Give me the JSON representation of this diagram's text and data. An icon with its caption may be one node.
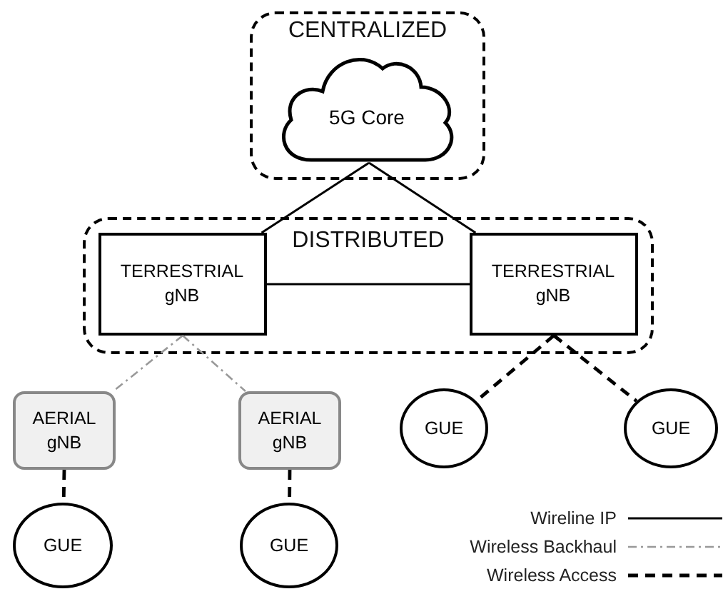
{
  "diagram": {
    "nodes": [
      {
        "text": [
          "CENTRALIZED"
        ]
      },
      {
        "text": [
          "5G Core"
        ],
        "in": 0
      },
      {
        "text": [
          "DISTRIBUTED"
        ]
      },
      {
        "text": [
          "TERRESTRIAL gNB"
        ],
        "in": 2
      },
      {
        "text": [
          "TERRESTRIAL gNB"
        ],
        "in": 2
      },
      {
        "text": [
          "AERIAL gNB"
        ]
      },
      {
        "text": [
          "AERIAL gNB"
        ]
      },
      {
        "text": [
          "GUE"
        ]
      },
      {
        "text": [
          "GUE"
        ]
      },
      {
        "text": [
          "GUE"
        ]
      },
      {
        "text": [
          "GUE"
        ]
      }
    ],
    "edges": [
      {
        "from": 1,
        "to": 3,
        "arrow": "none"
      },
      {
        "from": 1,
        "to": 4,
        "arrow": "none"
      },
      {
        "from": 3,
        "to": 4,
        "arrow": "none"
      },
      {
        "from": 3,
        "to": 5,
        "arrow": "none",
        "style": "dashed",
        "color": "#999999"
      },
      {
        "from": 3,
        "to": 6,
        "arrow": "none",
        "style": "dashed",
        "color": "#999999"
      },
      {
        "from": 4,
        "to": 7,
        "arrow": "none",
        "style": "dashed"
      },
      {
        "from": 4,
        "to": 8,
        "arrow": "none",
        "style": "dashed"
      },
      {
        "from": 5,
        "to": 9,
        "arrow": "none",
        "style": "dashed"
      },
      {
        "from": 6,
        "to": 10,
        "arrow": "none",
        "style": "dashed"
      }
    ],
    "legend": [
      {
        "text": "Wireline IP"
      },
      {
        "text": "Wireless Backhaul"
      },
      {
        "text": "Wireless Access"
      }
    ]
  }
}
